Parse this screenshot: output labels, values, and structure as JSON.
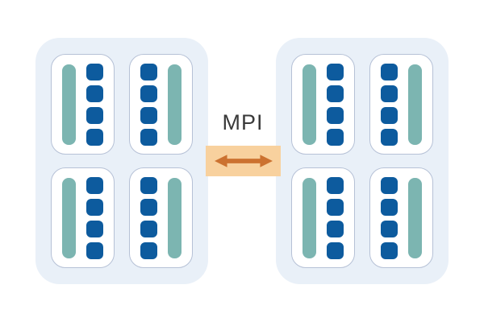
{
  "diagram": {
    "label": "MPI",
    "link_icon": "double-headed-arrow-icon"
  },
  "colors": {
    "node_fill": "#E9F0F8",
    "socket_fill": "#FFFFFF",
    "socket_border": "#B6C1D6",
    "bar_teal": "#7CB5B1",
    "core_blue": "#0D5B9E",
    "band_orange": "#F8D19E",
    "arrow_orange": "#CC7230",
    "label_color": "#3A3A3A"
  },
  "nodes": [
    {
      "id": "node-1",
      "sockets": [
        {
          "bar_side": "left",
          "cores": 4
        },
        {
          "bar_side": "right",
          "cores": 4
        },
        {
          "bar_side": "left",
          "cores": 4
        },
        {
          "bar_side": "right",
          "cores": 4
        }
      ]
    },
    {
      "id": "node-2",
      "sockets": [
        {
          "bar_side": "left",
          "cores": 4
        },
        {
          "bar_side": "right",
          "cores": 4
        },
        {
          "bar_side": "left",
          "cores": 4
        },
        {
          "bar_side": "right",
          "cores": 4
        }
      ]
    }
  ]
}
